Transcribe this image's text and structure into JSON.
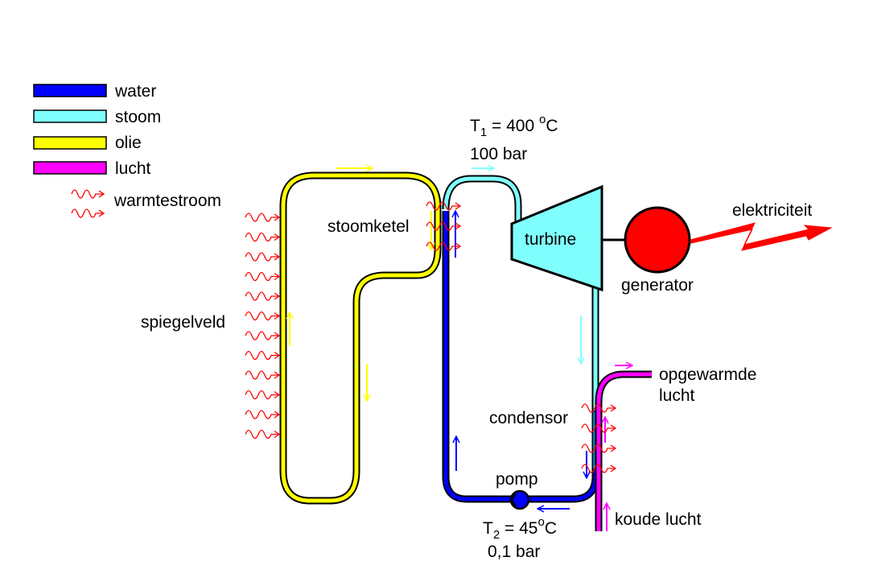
{
  "legend": {
    "items": [
      {
        "label": "water",
        "color": "#0000ff"
      },
      {
        "label": "stoom",
        "color": "#80ffff"
      },
      {
        "label": "olie",
        "color": "#ffff00"
      },
      {
        "label": "lucht",
        "color": "#ff00ff"
      }
    ],
    "heat_flow_label": "warmtestroom",
    "heat_flow_color": "#ff0000"
  },
  "components": {
    "mirror_field": "spiegelveld",
    "boiler": "stoomketel",
    "turbine": "turbine",
    "generator": "generator",
    "condenser": "condensor",
    "pump": "pomp",
    "electricity": "elektriciteit",
    "heated_air_line1": "opgewarmde",
    "heated_air_line2": "lucht",
    "cold_air": "koude lucht"
  },
  "conditions": {
    "t1_symbol": "T",
    "t1_sub": "1",
    "t1_value": " = 400 ",
    "t1_deg": "o",
    "t1_unit": "C",
    "p1": "100 bar",
    "t2_symbol": "T",
    "t2_sub": "2",
    "t2_value": " = 45",
    "t2_deg": "o",
    "t2_unit": "C",
    "p2": "0,1 bar"
  },
  "colors": {
    "water": "#0000ff",
    "steam": "#80ffff",
    "oil": "#ffff00",
    "air": "#ff00ff",
    "heat": "#ff0000",
    "generator": "#ff0000",
    "turbine": "#80ffff"
  }
}
